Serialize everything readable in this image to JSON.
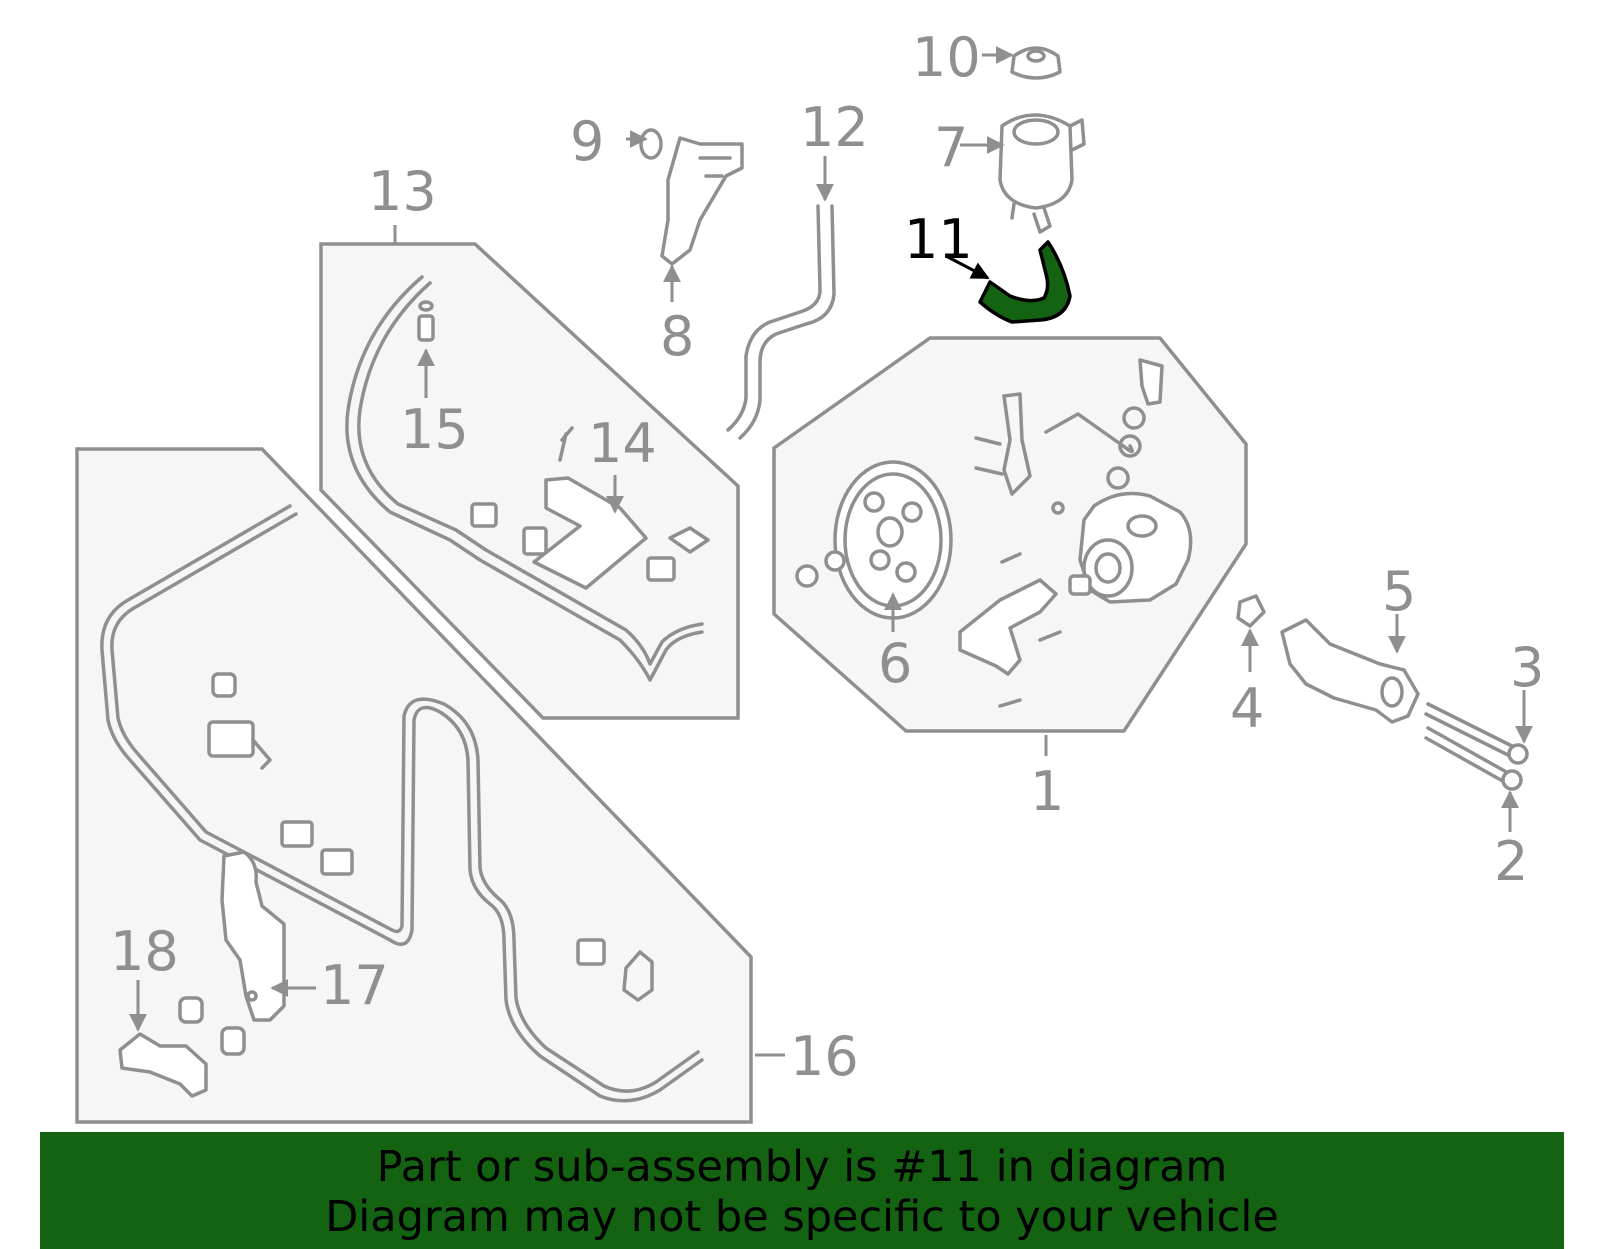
{
  "diagram": {
    "highlight_color": "#136313",
    "highlighted_part": "11",
    "callouts": [
      "1",
      "2",
      "3",
      "4",
      "5",
      "6",
      "7",
      "8",
      "9",
      "10",
      "11",
      "12",
      "13",
      "14",
      "15",
      "16",
      "17",
      "18"
    ]
  },
  "banner": {
    "line1": "Part or sub-assembly is #11 in diagram",
    "line2": "Diagram may not be specific to your vehicle",
    "background": "#136313"
  }
}
